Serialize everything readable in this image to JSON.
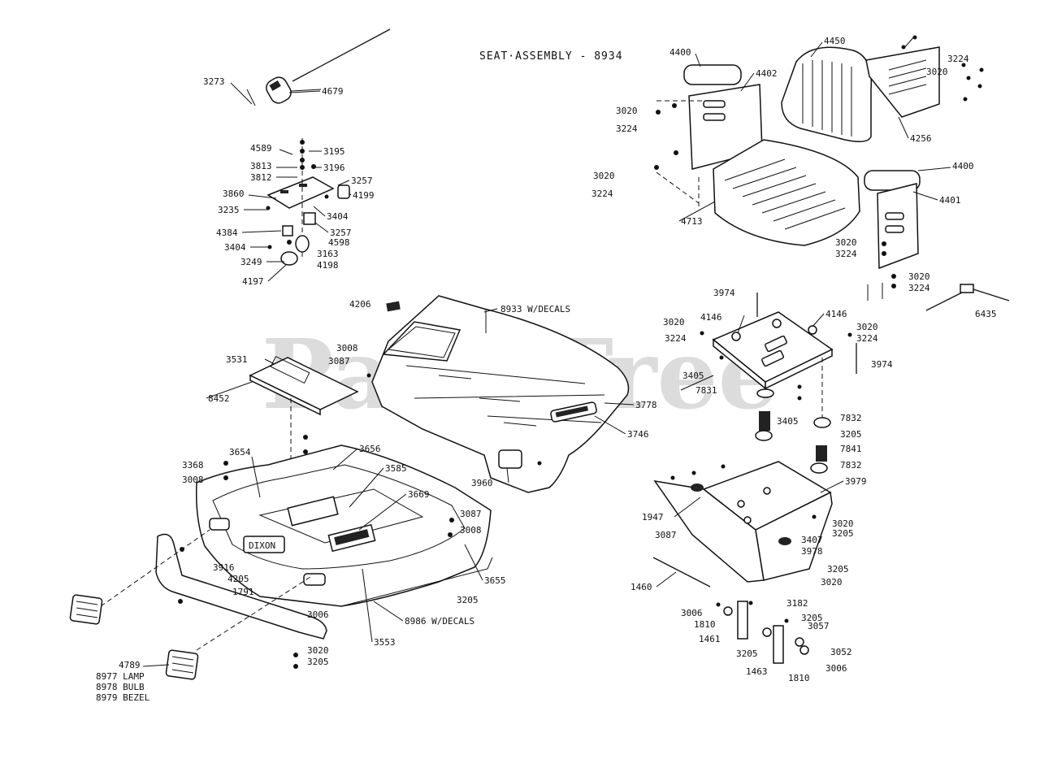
{
  "diagram": {
    "title": "SEAT·ASSEMBLY - 8934",
    "watermark": "PartsTree",
    "watermark_tm": "™",
    "lamp_note": [
      "8977 LAMP",
      "8978 BULB",
      "8979 BEZEL"
    ],
    "labels": [
      "3273",
      "4679",
      "4589",
      "3195",
      "3813",
      "3196",
      "3812",
      "3257",
      "3860",
      "4199",
      "3235",
      "3404",
      "4384",
      "3257",
      "4598",
      "3404",
      "3163",
      "3249",
      "4198",
      "4197",
      "4400",
      "4450",
      "3224",
      "3020",
      "4402",
      "3020",
      "3224",
      "4256",
      "3020",
      "3224",
      "4400",
      "4713",
      "4401",
      "3020",
      "3224",
      "3020",
      "3224",
      "6435",
      "3974",
      "4146",
      "4146",
      "3020",
      "3224",
      "3020",
      "3224",
      "3974",
      "3405",
      "7831",
      "3405",
      "7832",
      "3205",
      "7841",
      "7832",
      "4206",
      "8933 W/DECALS",
      "3008",
      "3087",
      "3531",
      "8452",
      "3778",
      "3746",
      "3960",
      "3654",
      "3656",
      "3368",
      "3008",
      "3585",
      "3669",
      "3087",
      "3008",
      "3916",
      "1791",
      "4205",
      "3655",
      "3205",
      "3006",
      "8986 W/DECALS",
      "3553",
      "3020",
      "3205",
      "4789",
      "3979",
      "1947",
      "3020",
      "3205",
      "3087",
      "3407",
      "3978",
      "3205",
      "3020",
      "1460",
      "3182",
      "3006",
      "3205",
      "1810",
      "3057",
      "1461",
      "3052",
      "3205",
      "1463",
      "3006",
      "1810"
    ]
  }
}
